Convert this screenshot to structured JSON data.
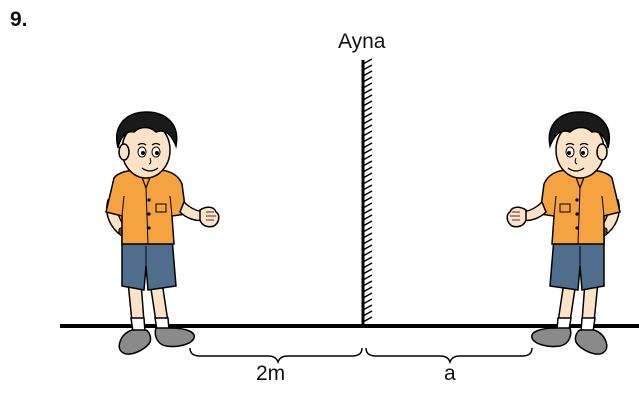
{
  "question": {
    "number": "9."
  },
  "mirror": {
    "label": "Ayna"
  },
  "distances": {
    "left_label": "2m",
    "right_label": "a"
  },
  "colors": {
    "shirt": "#F4A340",
    "shirt_shadow": "#D9822B",
    "shorts": "#4F6E8E",
    "skin": "#FCE3C8",
    "hair": "#1A1A1A",
    "shoe": "#8A8A8A",
    "line": "#000000"
  },
  "icons": {
    "boy": "boy-figure",
    "boy_image": "boy-reflection-figure",
    "mirror": "mirror-icon"
  }
}
